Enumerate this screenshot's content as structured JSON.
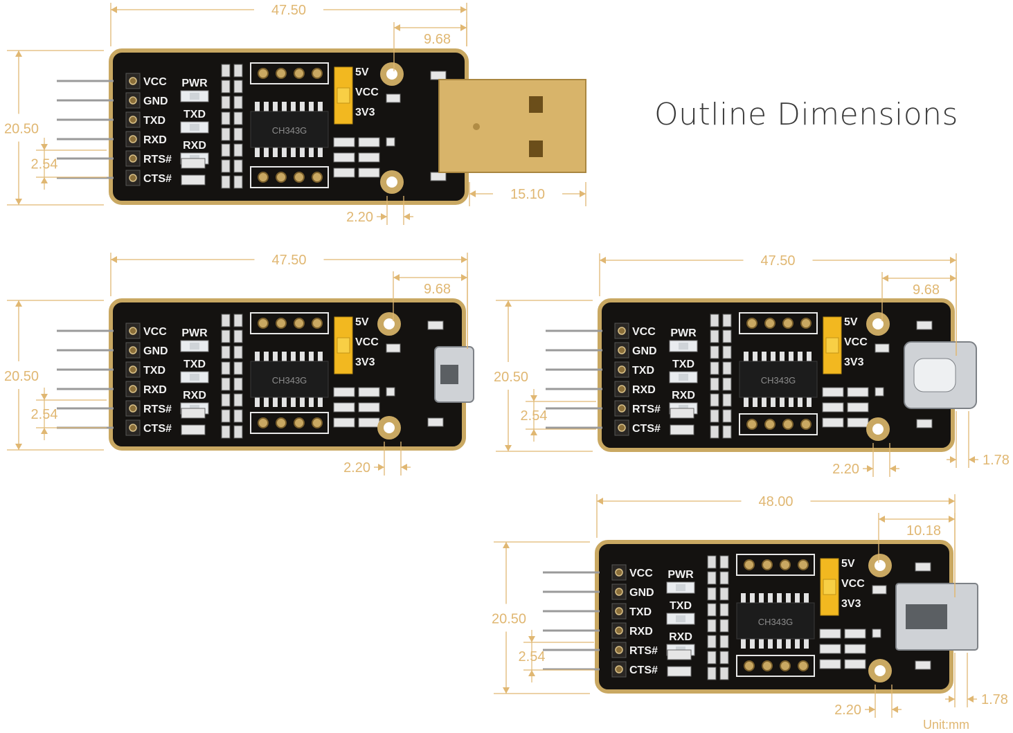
{
  "title": "Outline Dimensions",
  "unit": "Unit:mm",
  "colors": {
    "dimension": "#e0b772",
    "pcb": "#141210",
    "pcb_edge": "#c9a862",
    "jumper": "#f2b820",
    "pin": "#9a9a9a",
    "usb_a": "#d8b46a",
    "connector": "#cfd2d6"
  },
  "pin_labels": [
    "VCC",
    "GND",
    "TXD",
    "RXD",
    "RTS#",
    "CTS#"
  ],
  "led_labels": [
    "PWR",
    "TXD",
    "RXD"
  ],
  "jumper_labels": [
    "5V",
    "VCC",
    "3V3"
  ],
  "chip_label": "CH343G",
  "boards": [
    {
      "variant": "usb-a",
      "icon": "usb-a-connector-icon",
      "dims": {
        "length": "47.50",
        "hole_offset": "9.68",
        "height": "20.50",
        "pitch": "2.54",
        "hole_dia": "2.20",
        "connector": "15.10"
      }
    },
    {
      "variant": "micro-usb",
      "icon": "micro-usb-connector-icon",
      "dims": {
        "length": "47.50",
        "hole_offset": "9.68",
        "height": "20.50",
        "pitch": "2.54",
        "hole_dia": "2.20"
      }
    },
    {
      "variant": "usb-c",
      "icon": "usb-c-connector-icon",
      "dims": {
        "length": "47.50",
        "hole_offset": "9.68",
        "height": "20.50",
        "pitch": "2.54",
        "hole_dia": "2.20",
        "connector": "1.78"
      }
    },
    {
      "variant": "mini-usb",
      "icon": "mini-usb-connector-icon",
      "dims": {
        "length": "48.00",
        "hole_offset": "10.18",
        "height": "20.50",
        "pitch": "2.54",
        "hole_dia": "2.20",
        "connector": "1.78"
      }
    }
  ]
}
